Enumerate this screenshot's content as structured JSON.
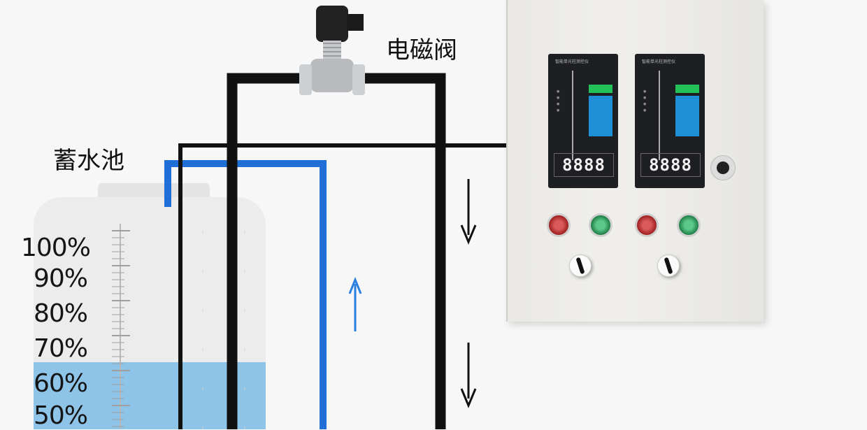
{
  "labels": {
    "valve": "电磁阀",
    "reservoir": "蓄水池"
  },
  "tank_scale": [
    "100%",
    "90%",
    "80%",
    "70%",
    "60%",
    "50%"
  ],
  "tank_water_level": "60%",
  "meters": [
    {
      "title": "智能单光柱测控仪",
      "display": "8888"
    },
    {
      "title": "智能单光柱测控仪",
      "display": "8888"
    }
  ],
  "colors": {
    "pipe_black": "#111111",
    "pipe_blue": "#1f6fd6",
    "water": "#8ec4e8",
    "panel": "#ecebe7",
    "lamp_red": "#b51f1f",
    "lamp_green": "#1d8a4a"
  },
  "icons": {
    "valve": "solenoid-valve-icon",
    "flow_down": "arrow-down-icon",
    "flow_up": "arrow-up-icon",
    "lamps": [
      "red-indicator-lamp",
      "green-indicator-lamp"
    ],
    "switch": "rotary-switch-icon",
    "lock": "panel-lock-icon"
  }
}
